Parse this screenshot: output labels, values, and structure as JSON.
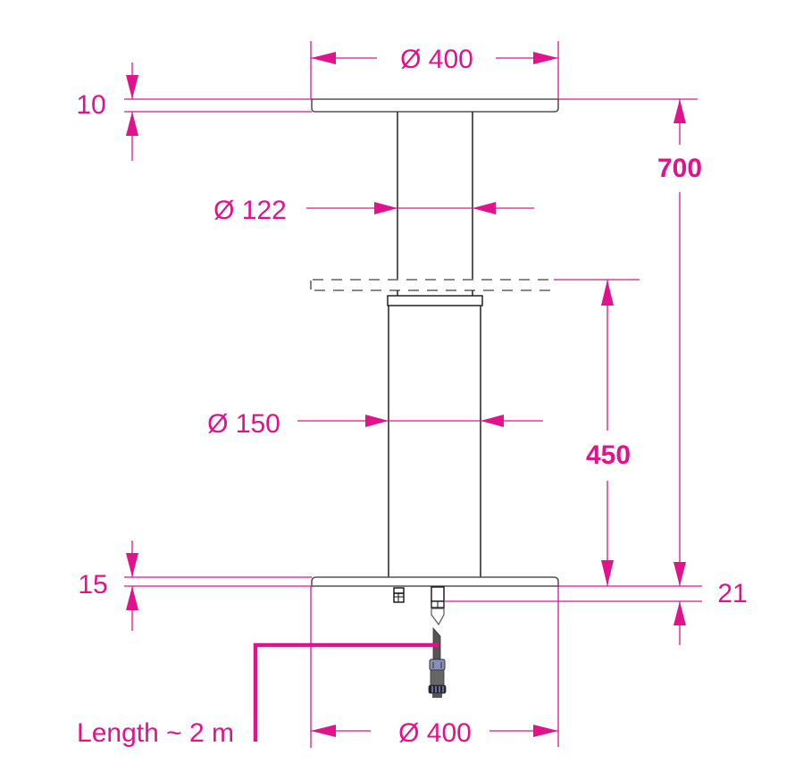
{
  "title": "Telescopic pole stand dimension drawing",
  "colors": {
    "dimension": "#e0138c",
    "outline": "#222222",
    "dashed": "#777777",
    "connector_body": "#555555",
    "connector_ring": "#8a8fb5"
  },
  "dimensions": {
    "top_plate_diameter": "Ø 400",
    "top_plate_thickness": "10",
    "upper_tube_diameter": "Ø 122",
    "total_height": "700",
    "lower_tube_height": "450",
    "lower_tube_diameter": "Ø 150",
    "base_plate_thickness": "15",
    "base_connector_offset": "21",
    "base_plate_diameter": "Ø 400",
    "cable_length": "Length ~ 2 m"
  }
}
